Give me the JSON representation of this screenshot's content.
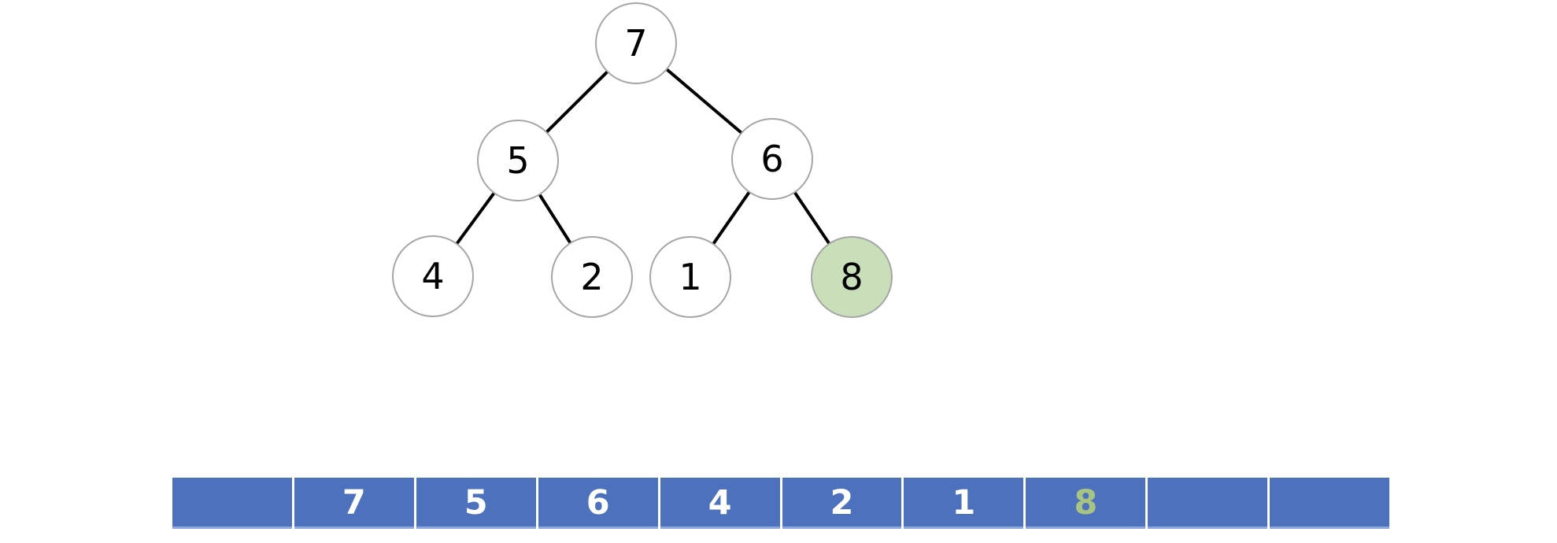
{
  "diagram_title": "binary-tree-with-array-representation",
  "tree": {
    "nodes": [
      {
        "id": "n7",
        "value": "7",
        "highlighted": false
      },
      {
        "id": "n5",
        "value": "5",
        "highlighted": false
      },
      {
        "id": "n6",
        "value": "6",
        "highlighted": false
      },
      {
        "id": "n4",
        "value": "4",
        "highlighted": false
      },
      {
        "id": "n2",
        "value": "2",
        "highlighted": false
      },
      {
        "id": "n1",
        "value": "1",
        "highlighted": false
      },
      {
        "id": "n8",
        "value": "8",
        "highlighted": true
      }
    ],
    "edges": [
      {
        "from": "n7",
        "to": "n5"
      },
      {
        "from": "n7",
        "to": "n6"
      },
      {
        "from": "n5",
        "to": "n4"
      },
      {
        "from": "n5",
        "to": "n2"
      },
      {
        "from": "n6",
        "to": "n1"
      },
      {
        "from": "n6",
        "to": "n8"
      }
    ]
  },
  "array": {
    "cells": [
      {
        "value": "",
        "highlighted": false
      },
      {
        "value": "7",
        "highlighted": false
      },
      {
        "value": "5",
        "highlighted": false
      },
      {
        "value": "6",
        "highlighted": false
      },
      {
        "value": "4",
        "highlighted": false
      },
      {
        "value": "2",
        "highlighted": false
      },
      {
        "value": "1",
        "highlighted": false
      },
      {
        "value": "8",
        "highlighted": true
      },
      {
        "value": "",
        "highlighted": false
      },
      {
        "value": "",
        "highlighted": false
      }
    ]
  },
  "colors": {
    "node_fill": "#ffffff",
    "node_highlight_fill": "#c9dfb9",
    "node_border": "#a6a6a6",
    "node_text": "#000000",
    "edge": "#000000",
    "cell_fill": "#4d71bd",
    "cell_bottom_edge": "#8fa7dc",
    "cell_text": "#ffffff",
    "cell_highlight_text": "#a8c482",
    "background": "#ffffff"
  }
}
